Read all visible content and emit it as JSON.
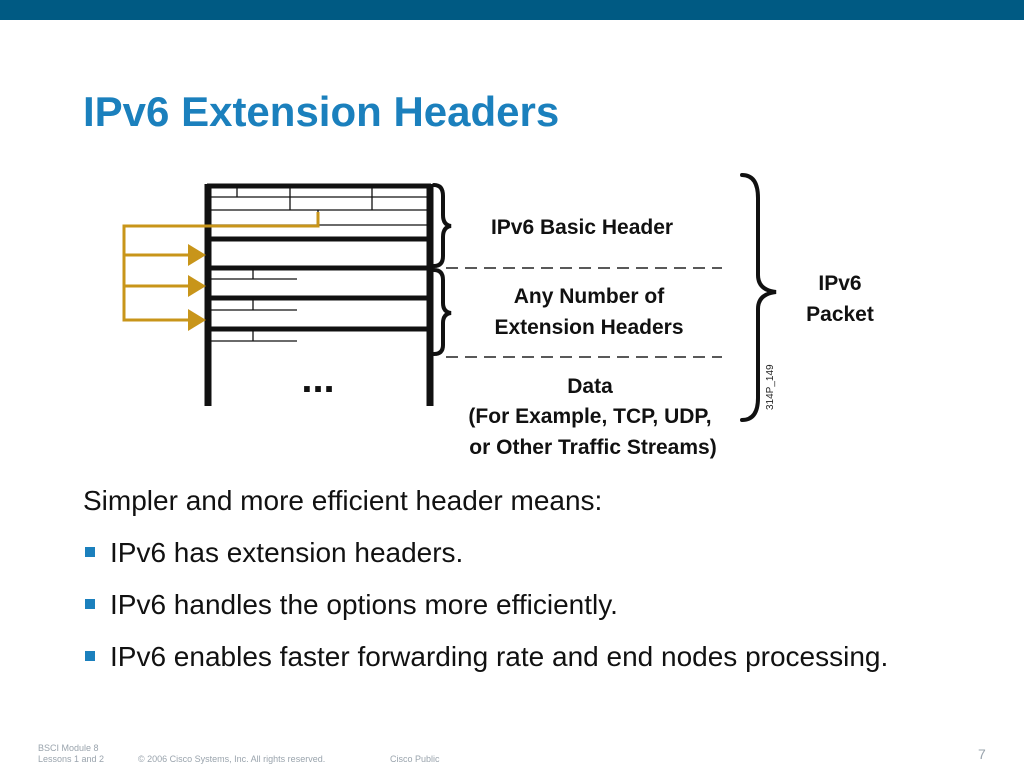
{
  "slide": {
    "title": "IPv6 Extension Headers"
  },
  "diagram": {
    "labels": {
      "basic_header": "IPv6 Basic Header",
      "ext_line1": "Any Number of",
      "ext_line2": "Extension Headers",
      "data_line1": "Data",
      "data_line2": "(For Example, TCP, UDP,",
      "data_line3": "or Other Traffic Streams)",
      "packet_line1": "IPv6",
      "packet_line2": "Packet",
      "ellipsis": "...",
      "figure_code": "314P_149"
    },
    "colors": {
      "arrow": "#c8951a",
      "frame": "#111111"
    }
  },
  "body": {
    "intro": "Simpler and more efficient header means:",
    "bullets": [
      "IPv6 has extension headers.",
      "IPv6 handles the options more efficiently.",
      "IPv6 enables faster forwarding rate and end nodes processing."
    ],
    "bullet_color": "#1b80bd"
  },
  "footer": {
    "module": "BSCI Module 8",
    "lessons": "Lessons 1 and 2",
    "copyright": "© 2006 Cisco Systems, Inc. All rights reserved.",
    "classification": "Cisco Public",
    "page_number": "7"
  },
  "theme": {
    "top_bar_color": "#005a83",
    "title_color": "#1b80bd"
  }
}
